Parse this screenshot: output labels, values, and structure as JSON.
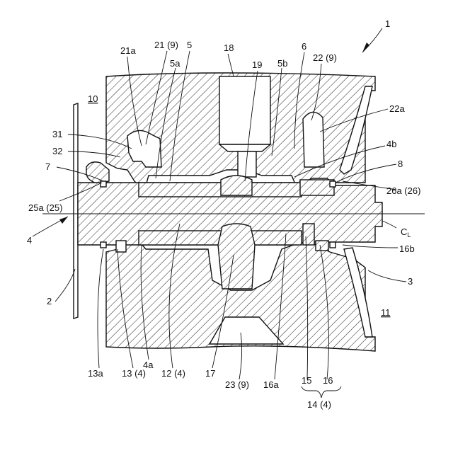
{
  "labels": {
    "l1": "1",
    "l21a": "21a",
    "l21_9": "21 (9)",
    "l5": "5",
    "l18": "18",
    "l6": "6",
    "l22_9": "22 (9)",
    "l5a": "5a",
    "l19": "19",
    "l5b": "5b",
    "l10": "10",
    "l22a": "22a",
    "l31": "31",
    "l4b": "4b",
    "l32": "32",
    "l7": "7",
    "l8": "8",
    "l25a_25": "25a (25)",
    "l26a_26": "26a (26)",
    "l4": "4",
    "lcl": "CL",
    "l16b": "16b",
    "l2": "2",
    "l3": "3",
    "l11": "11",
    "l13a": "13a",
    "l13_4": "13 (4)",
    "l4a": "4a",
    "l12_4": "12 (4)",
    "l17": "17",
    "l23_9": "23 (9)",
    "l16a": "16a",
    "l15": "15",
    "l16": "16",
    "l14_4": "14 (4)"
  }
}
